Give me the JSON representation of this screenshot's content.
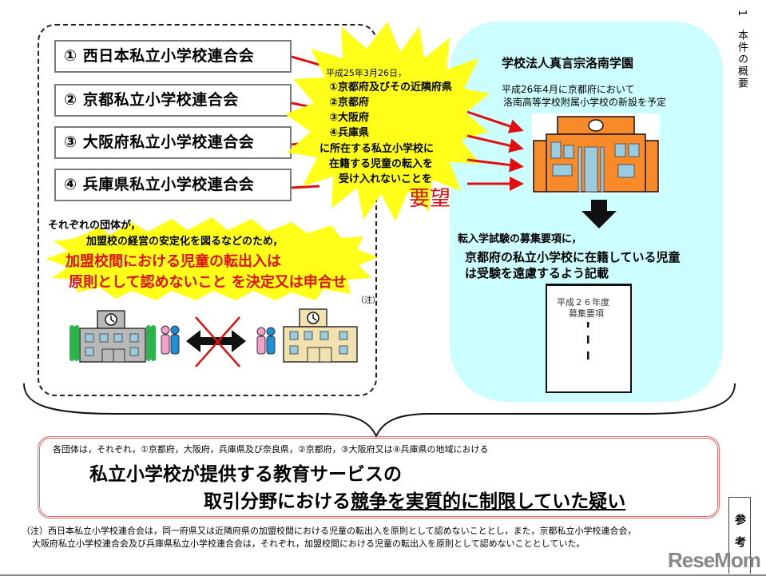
{
  "side_title": "1　本件の概要",
  "left_panel": {
    "organizations": [
      {
        "label": "① 西日本私立小学校連合会"
      },
      {
        "label": "② 京都私立小学校連合会"
      },
      {
        "label": "③ 大阪府私立小学校連合会"
      },
      {
        "label": "④ 兵庫県私立小学校連合会"
      }
    ],
    "intro_line1": "それぞれの団体が，",
    "intro_line2": "加盟校の経営の安定化を図るなどのため，",
    "decision_line1": "加盟校間における児童の転出入は",
    "decision_line2": "原則として認めないこと を決定又は申合せ",
    "note_marker": "（注）"
  },
  "request_burst": {
    "date": "平成25年3月26日，",
    "items": [
      "①京都府及びその近隣府県",
      "②京都府",
      "③大阪府",
      "④兵庫県"
    ],
    "line1": "に所在する私立小学校に",
    "line2": "在籍する児童の転入を",
    "line3": "受け入れないことを",
    "request_word": "要望"
  },
  "right_panel": {
    "title": "学校法人真言宗洛南学園",
    "plan_line1": "平成26年4月に京都府において",
    "plan_line2": "洛南高等学校附属小学校の新設を予定",
    "guideline_intro": "転入学試験の募集要項に，",
    "guideline_line1": "京都府の私立小学校に在籍している児童",
    "guideline_line2": "は受験を遠慮するよう記載",
    "document": {
      "line1": "平成２６年度",
      "line2": "募集要項"
    }
  },
  "conclusion": {
    "context": "各団体は，それぞれ，①京都府，大阪府，兵庫県及び奈良県，②京都府，③大阪府又は④兵庫県の地域における",
    "line1": "私立小学校が提供する教育サービスの",
    "line2_prefix": "取引分野における",
    "line2_underlined": "競争を実質的に制限していた疑い"
  },
  "footnote": {
    "line1": "（注）西日本私立小学校連合会は，同一府県又は近隣府県の加盟校間における児童の転出入を原則として認めないこととし，また，京都私立小学校連合会，",
    "line2": "大阪府私立小学校連合会及び兵庫県私立小学校連合会は，それぞれ，加盟校間における児童の転出入を原則として認めないこととしていた。"
  },
  "reference_label": "参考",
  "watermark": "ReseMom",
  "colors": {
    "cyan_panel": "#ccfdff",
    "burst_yellow": "#ffff1a",
    "accent_red": "#e01010",
    "school_orange": "#f98a2a",
    "window_blue": "#99cce0",
    "bottom_border": "#e06a6a"
  }
}
